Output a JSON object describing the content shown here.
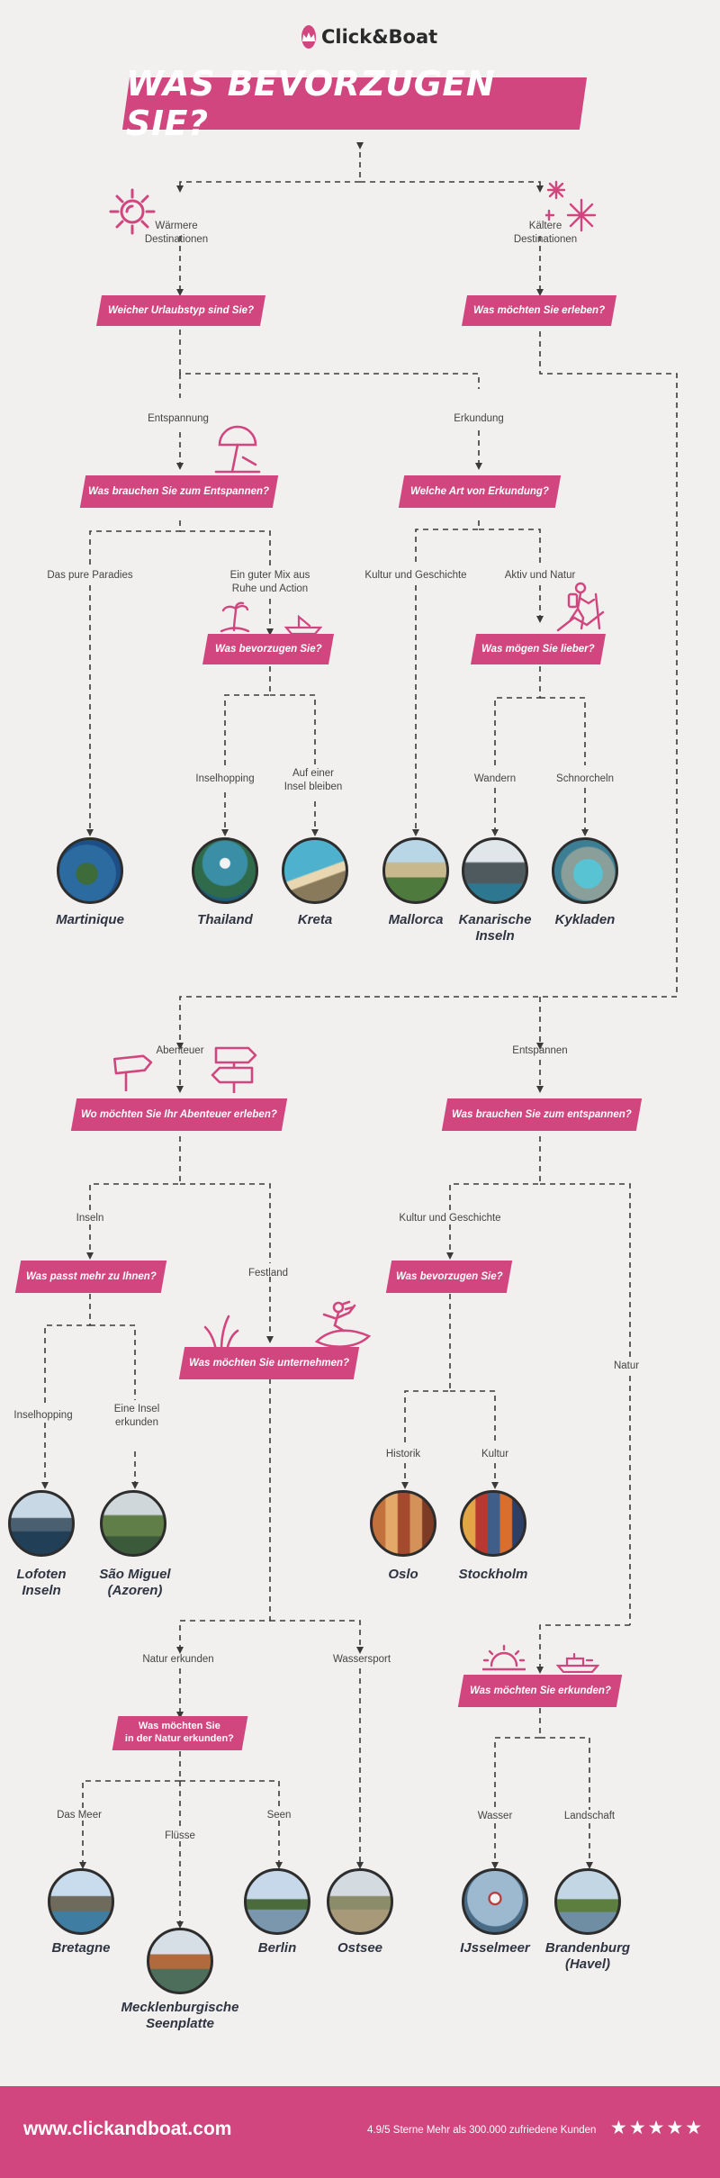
{
  "brand": {
    "name": "Click&Boat"
  },
  "title": "WAS BEVORZUGEN SIE?",
  "questions": {
    "urlaubstyp": "Weicher Urlaubstyp sind Sie?",
    "erleben": "Was möchten Sie erleben?",
    "entspannen1": "Was brauchen Sie zum Entspannen?",
    "erkundung": "Welche Art von Erkundung?",
    "bevorzugen1": "Was bevorzugen Sie?",
    "lieber": "Was mögen Sie lieber?",
    "abenteuer": "Wo möchten Sie Ihr Abenteuer erleben?",
    "entspannen2": "Was brauchen Sie zum entspannen?",
    "passt": "Was passt mehr zu Ihnen?",
    "bevorzugen2": "Was bevorzugen Sie?",
    "unternehmen": "Was möchten Sie unternehmen?",
    "natur_line1": "Was möchten Sie",
    "natur_line2": "in der Natur erkunden?",
    "erkunden": "Was möchten Sie erkunden?"
  },
  "labels": {
    "waermer_1": "Wärmere",
    "waermer_2": "Destinationen",
    "kaelter_1": "Kältere",
    "kaelter_2": "Destinationen",
    "entspannung": "Entspannung",
    "erkundung": "Erkundung",
    "paradies": "Das pure Paradies",
    "mix_1": "Ein guter Mix aus",
    "mix_2": "Ruhe und Action",
    "kultur_geschichte": "Kultur und Geschichte",
    "aktiv_natur": "Aktiv und Natur",
    "inselhopping": "Inselhopping",
    "insel_bleiben_1": "Auf einer",
    "insel_bleiben_2": "Insel bleiben",
    "wandern": "Wandern",
    "schnorcheln": "Schnorcheln",
    "abenteuer": "Abenteuer",
    "entspannen": "Entspannen",
    "inseln": "Inseln",
    "festland": "Festland",
    "kultur_geschichte2": "Kultur und Geschichte",
    "natur": "Natur",
    "inselhopping2": "Inselhopping",
    "insel_erkunden_1": "Eine Insel",
    "insel_erkunden_2": "erkunden",
    "historik": "Historik",
    "kultur": "Kultur",
    "natur_erkunden": "Natur erkunden",
    "wassersport": "Wassersport",
    "meer": "Das Meer",
    "fluesse": "Flüsse",
    "seen": "Seen",
    "wasser": "Wasser",
    "landschaft": "Landschaft"
  },
  "destinations": {
    "martinique": "Martinique",
    "thailand": "Thailand",
    "kreta": "Kreta",
    "mallorca": "Mallorca",
    "kanarische_1": "Kanarische",
    "kanarische_2": "Inseln",
    "kykladen": "Kykladen",
    "lofoten_1": "Lofoten",
    "lofoten_2": "Inseln",
    "sao_miguel_1": "São Miguel",
    "sao_miguel_2": "(Azoren)",
    "oslo": "Oslo",
    "stockholm": "Stockholm",
    "bretagne": "Bretagne",
    "mecklenburg_1": "Mecklenburgische",
    "mecklenburg_2": "Seenplatte",
    "berlin": "Berlin",
    "ostsee": "Ostsee",
    "ijsselmeer": "IJsselmeer",
    "brandenburg_1": "Brandenburg",
    "brandenburg_2": "(Havel)"
  },
  "footer": {
    "url": "www.clickandboat.com",
    "rating": "4.9/5 Sterne Mehr als 300.000 zufriedene Kunden",
    "stars": "★★★★★"
  },
  "icons": [
    "crown-logo-icon",
    "sun-icon",
    "snowflake-icon",
    "beach-umbrella-icon",
    "palm-island-icon",
    "boat-icon",
    "hiker-icon",
    "signpost-icon",
    "reeds-icon",
    "surfer-icon",
    "sunset-icon",
    "ship-icon"
  ],
  "colors": {
    "accent": "#d1467e",
    "background": "#f1f0ef",
    "text": "#333333",
    "footer": "#d1467e"
  }
}
